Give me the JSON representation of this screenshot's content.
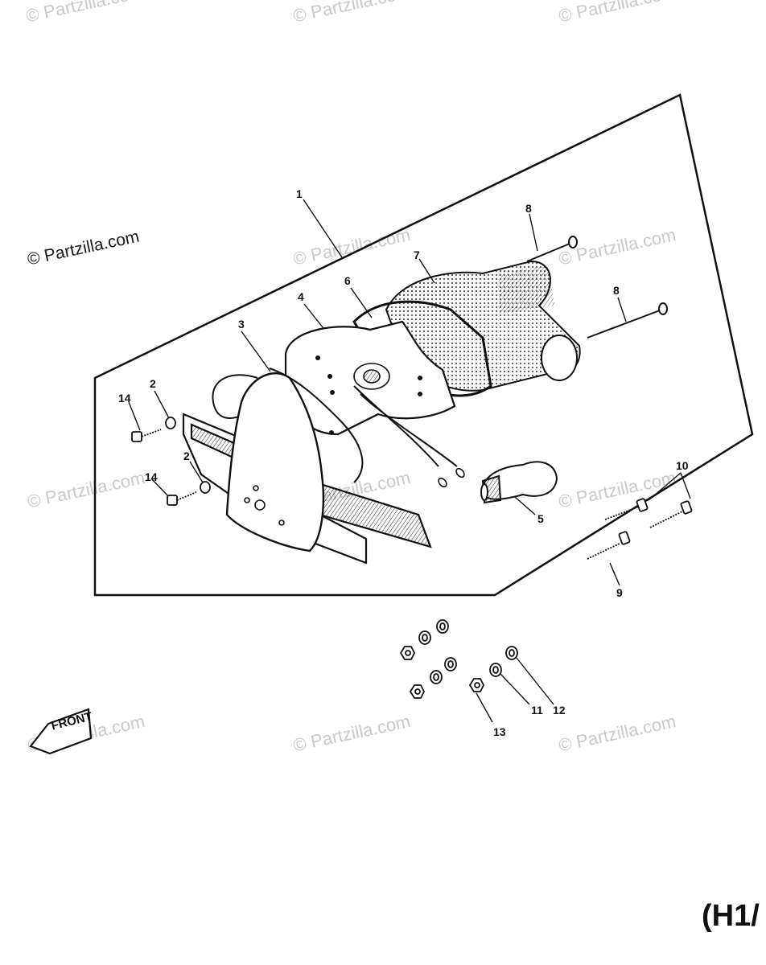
{
  "watermark": "© Partzilla.com",
  "diagram_code": "(H1/",
  "front_label": "FRONT",
  "callouts": {
    "c1": "1",
    "c2a": "2",
    "c2b": "2",
    "c3": "3",
    "c4": "4",
    "c5": "5",
    "c6": "6",
    "c7": "7",
    "c8a": "8",
    "c8b": "8",
    "c9": "9",
    "c10": "10",
    "c11": "11",
    "c12": "12",
    "c13": "13",
    "c14a": "14",
    "c14b": "14"
  },
  "icons": {
    "front_arrow": "left-arrow-icon"
  }
}
